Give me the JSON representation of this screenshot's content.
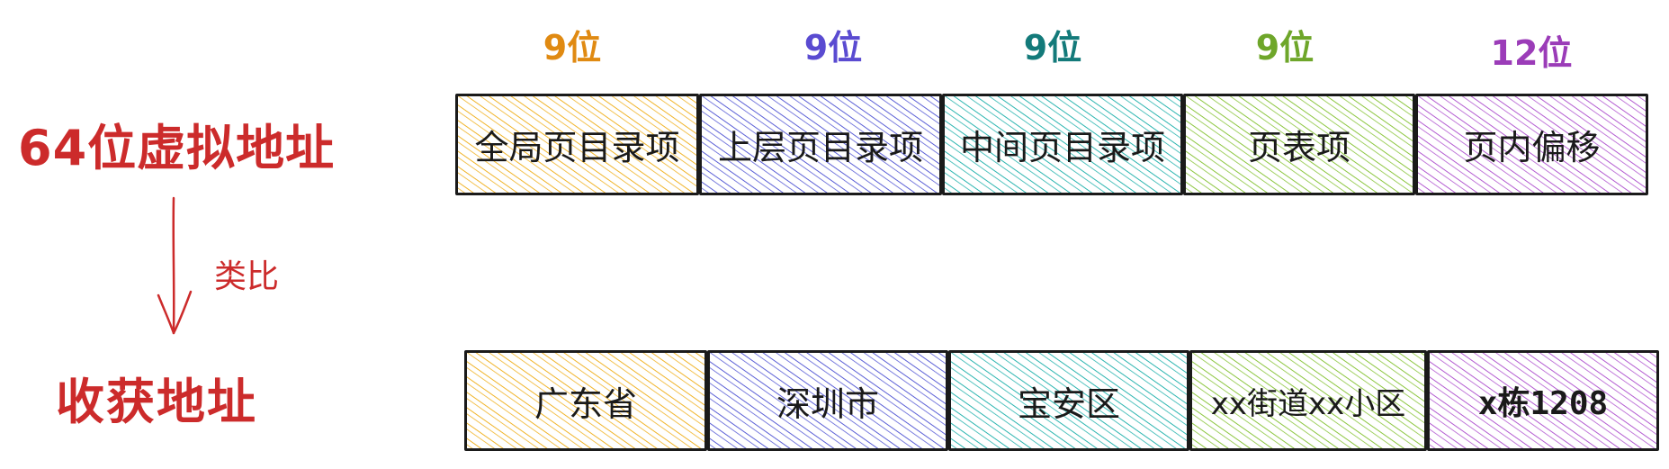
{
  "titles": {
    "virtual_address": "64位虚拟地址",
    "mail_address": "收获地址",
    "analogy": "类比"
  },
  "bits": [
    "9位",
    "9位",
    "9位",
    "9位",
    "12位"
  ],
  "virtual_fields": [
    "全局页目录项",
    "上层页目录项",
    "中间页目录项",
    "页表项",
    "页内偏移"
  ],
  "mail_fields": [
    "广东省",
    "深圳市",
    "宝安区",
    "xx街道xx小区",
    "x栋1208"
  ],
  "colors": {
    "title_red": "#cc2b2b",
    "segment_strokes": [
      "#f0b429",
      "#5b5fd6",
      "#2bb5b0",
      "#8cc63f",
      "#b35bd1"
    ],
    "bits_colors": [
      "#e08a12",
      "#5a4bd1",
      "#137a7a",
      "#6ea62a",
      "#9b3cb8"
    ]
  }
}
